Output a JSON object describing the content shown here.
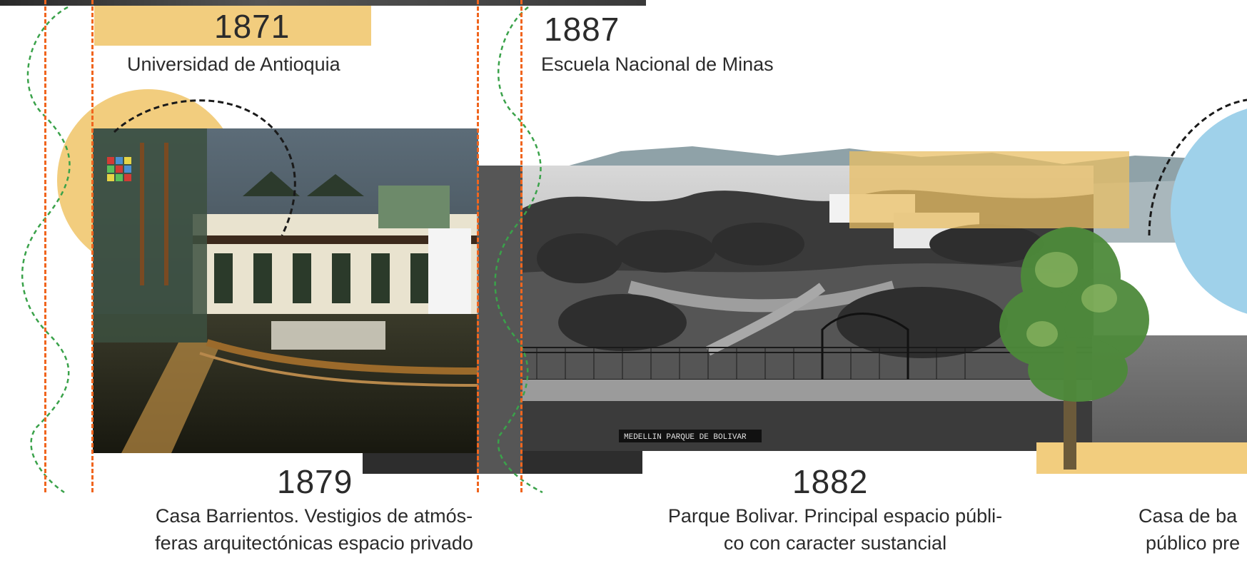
{
  "colors": {
    "accent_orange": "#f0651e",
    "accent_yellow": "#f2cd7e",
    "accent_green": "#3aa24a",
    "accent_blue": "#9fd1ea",
    "text": "#2b2b2b"
  },
  "timeline": {
    "e1871": {
      "year": "1871",
      "title": "Universidad de Antioquia"
    },
    "e1887": {
      "year": "1887",
      "title": "Escuela Nacional de Minas"
    },
    "e1879": {
      "year": "1879",
      "caption_line1": "Casa Barrientos. Vestigios de atmós-",
      "caption_line2": "feras arquitectónicas espacio privado"
    },
    "e1882": {
      "year": "1882",
      "caption_line1": "Parque Bolivar. Principal espacio públi-",
      "caption_line2": "co con caracter sustancial"
    },
    "e_partial": {
      "caption_line1": "Casa de ba",
      "caption_line2": "público pre"
    }
  },
  "photo": {
    "parque_sign": "MEDELLIN PARQUE DE BOLIVAR"
  }
}
